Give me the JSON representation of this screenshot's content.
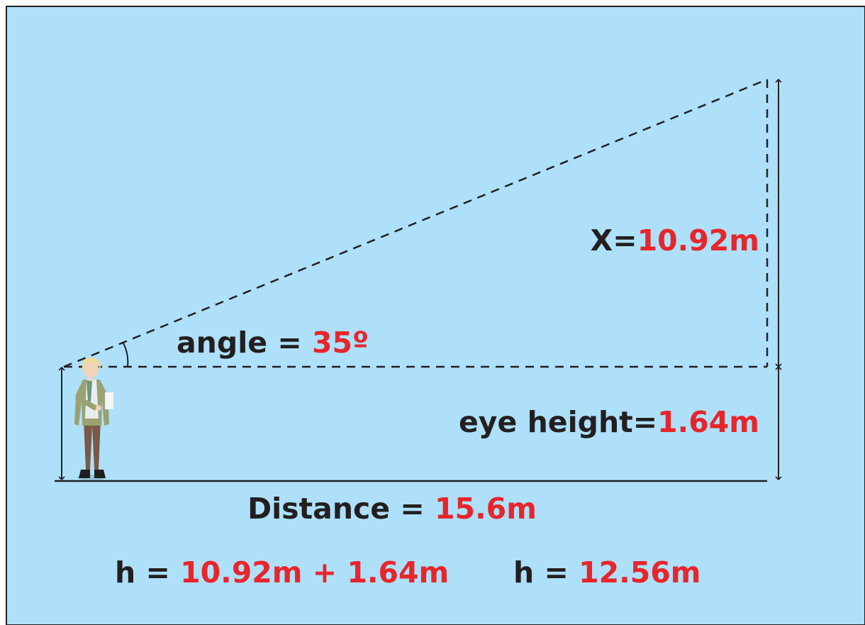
{
  "diagram": {
    "x_label": {
      "prefix": "X=",
      "value": "10.92m"
    },
    "angle_label": {
      "prefix": "angle = ",
      "value": "35º"
    },
    "eye_height_label": {
      "prefix": "eye height=",
      "value": "1.64m"
    },
    "distance_label": {
      "prefix": "Distance = ",
      "value": "15.6m"
    },
    "sum_equation": {
      "prefix": "h = ",
      "value": "10.92m + 1.64m"
    },
    "result_equation": {
      "prefix": "h = ",
      "value": "12.56m"
    }
  },
  "colors": {
    "background": "#aee0fa",
    "text_dark": "#231f20",
    "value_red": "#e8252b",
    "line": "#231f20"
  },
  "icons": {
    "person": "person-figure-icon",
    "angle_arc": "angle-arc-icon"
  }
}
